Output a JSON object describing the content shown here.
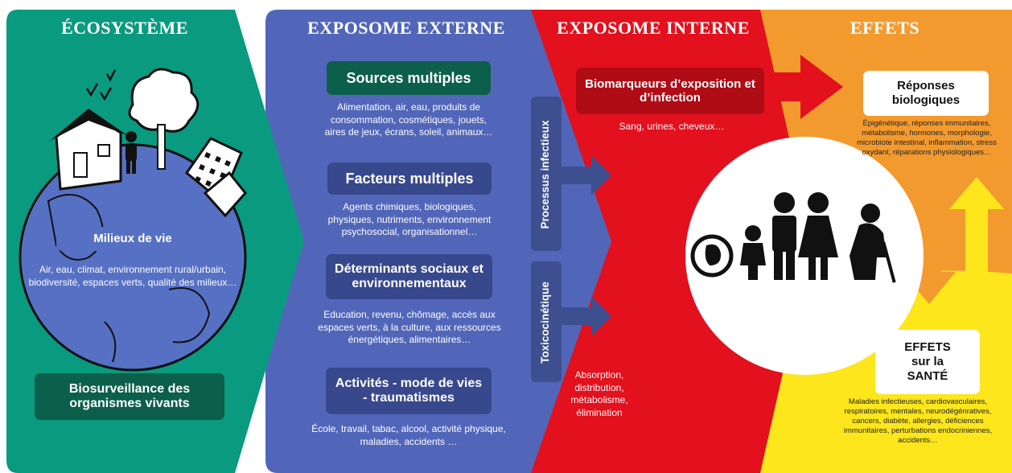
{
  "colors": {
    "ecosystem": "#0a9a7f",
    "external": "#5166b9",
    "internal": "#e3101d",
    "effects_orange": "#f39a2f",
    "effects_yellow": "#fde61c",
    "dark_green_box": "#0c5f4a",
    "dark_blue_box": "#38488c",
    "dark_red_box": "#b00c16",
    "arrow_blue": "#3d4f8f"
  },
  "columns": {
    "ecosystem": "ÉCOSYSTÈME",
    "external": "EXPOSOME EXTERNE",
    "internal": "EXPOSOME INTERNE",
    "effects": "EFFETS"
  },
  "ecosystem": {
    "milieux_title": "Milieux de vie",
    "milieux_desc": "Air, eau, climat, environnement rural/urbain, biodiversité, espaces verts, qualité des milieux…",
    "biosurveillance": "Biosurveillance des organismes vivants"
  },
  "external": {
    "sources_title": "Sources multiples",
    "sources_desc": "Alimentation, air, eau, produits de consommation, cosmétiques, jouets, aires de jeux, écrans, soleil, animaux…",
    "facteurs_title": "Facteurs multiples",
    "facteurs_desc": "Agents chimiques, biologiques, physiques, nutriments, environnement psychosocial, organisationnel…",
    "determinants_title": "Déterminants sociaux et environnementaux",
    "determinants_desc": "Education, revenu, chômage, accès aux espaces verts, à la culture, aux ressources énergétiques, alimentaires…",
    "activites_title": "Activités - mode de vies - traumatismes",
    "activites_desc": "École, travail, tabac, alcool, activité physique, maladies, accidents …",
    "processus": "Processus infectieux",
    "toxico": "Toxicocinétique"
  },
  "internal": {
    "biomarqueurs_title": "Biomarqueurs d’exposition et d’infection",
    "biomarqueurs_desc": "Sang, urines, cheveux…",
    "absorption_desc": "Absorption, distribution, métabolisme, élimination"
  },
  "effects": {
    "reponses_title": "Réponses biologiques",
    "reponses_desc": "Épigénétique, réponses immunitaires, métabolisme, hormones, morphologie, microbiote intestinal, inflammation, stress oxydant, réparations physiologiques…",
    "sante_line1": "EFFETS",
    "sante_line2": "sur la",
    "sante_line3": "SANTÉ",
    "sante_desc": "Maladies infectieuses, cardiovasculaires, respiratoires, mentales, neurodégénratives, cancers, diabète, allergies, déficiences immunitaires, perturbations endocriniennes, accidents…"
  },
  "icons": [
    "house-icon",
    "person-icon",
    "tree-icon",
    "building-icon",
    "earth-icon",
    "fetus-icon",
    "child-icon",
    "man-icon",
    "woman-icon",
    "elder-icon"
  ]
}
